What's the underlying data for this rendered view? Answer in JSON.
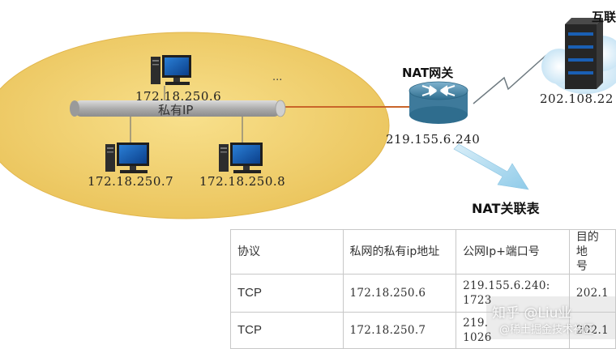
{
  "diagram": {
    "private_network": {
      "bus_label": "私有IP",
      "ellipsis": "...",
      "hosts": [
        {
          "ip": "172.18.250.6"
        },
        {
          "ip": "172.18.250.7"
        },
        {
          "ip": "172.18.250.8"
        }
      ]
    },
    "gateway": {
      "title": "NAT网关",
      "ip": "219.155.6.240"
    },
    "internet": {
      "title": "互联",
      "server_ip": "202.108.22"
    },
    "table_title": "NAT关联表",
    "table": {
      "headers": [
        "协议",
        "私网的私有ip地址",
        "公网Ip+端口号",
        "目的地\n号"
      ],
      "rows": [
        [
          "TCP",
          "172.18.250.6",
          "219.155.6.240:\n1723",
          "202.1"
        ],
        [
          "TCP",
          "172.18.250.7",
          "219.\n1026",
          "202.1"
        ]
      ]
    },
    "watermark": {
      "line1": "知乎 @Liu业",
      "line2": "@稀土掘金技术社区"
    },
    "colors": {
      "ellipse_fill": "#f1cf6c",
      "bus_fill": "#b9b9b9",
      "link_line": "#c9652a",
      "router": "#4b86a6",
      "arrow": "#a9d7ee",
      "server": "#2b2b2b",
      "cloud": "#cfe8f6"
    }
  }
}
